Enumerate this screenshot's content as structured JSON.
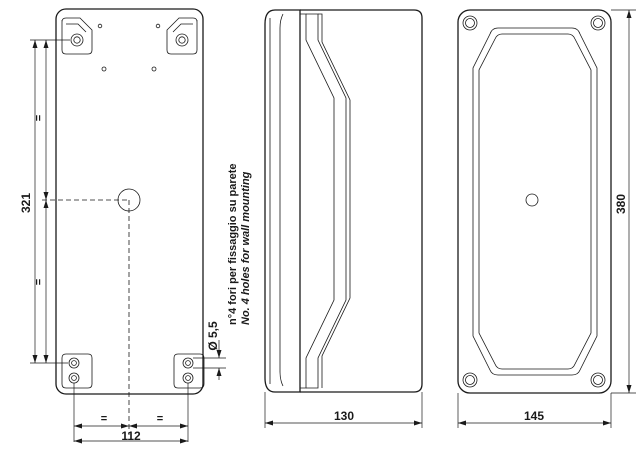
{
  "dimensions": {
    "height_back": "321",
    "width_holes": "112",
    "depth_side": "130",
    "width_front": "145",
    "height_front": "380",
    "hole_diameter": "Ø 5,5",
    "equal_top": "=",
    "equal_bottom": "=",
    "equal_left": "=",
    "equal_right": "="
  },
  "note": {
    "italian": "n°4 fori per fissaggio su parete",
    "english": "No. 4 holes for wall mounting"
  }
}
